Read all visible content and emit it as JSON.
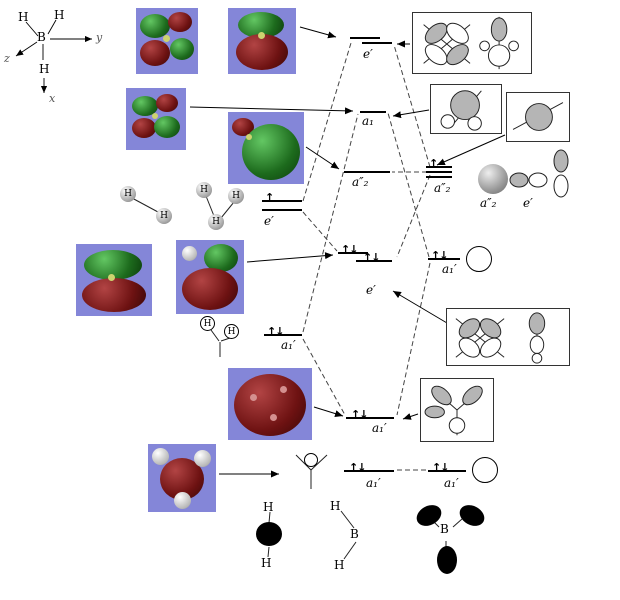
{
  "colors": {
    "panel_purple": "#8486d8",
    "lobe_green": "#1d6b1d",
    "lobe_red": "#6e1212",
    "line_black": "#000000"
  },
  "atoms": {
    "H": "H",
    "B": "B"
  },
  "axes": {
    "x": "x",
    "y": "y",
    "z": "z"
  },
  "electrons": {
    "pair": "↑↓",
    "single": "↑"
  },
  "levels": {
    "mo_e_upper": "e′",
    "mo_a1": "a₁",
    "mo_a2": "a″₂",
    "mo_e_lower": "e′",
    "mo_a1p": "a₁′",
    "h3_e": "e′",
    "h3_a1p": "a₁′",
    "b_p": "a″₂",
    "b_s": "a₁′",
    "inset_left_a1p": "a₁′",
    "inset_right_a1p": "a₁′",
    "free_a2": "a″₂",
    "free_e": "e′"
  }
}
